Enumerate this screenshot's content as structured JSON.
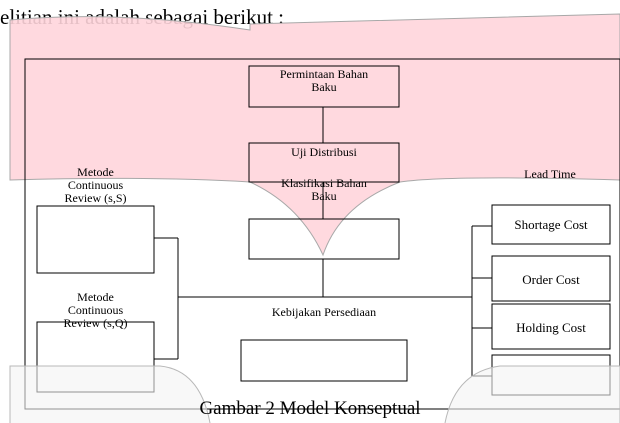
{
  "intro": {
    "text": "elitian ini adalah sebagai berikut :"
  },
  "diagram": {
    "permintaan": "Permintaan Bahan\nBaku",
    "uji_distribusi": "Uji Distribusi",
    "klasifikasi": "Klasifikasi Bahan\nBaku",
    "metode_ss": "Metode\nContinuous\nReview (s,S)",
    "metode_sq": "Metode\nContinuous\nReview (s,Q)",
    "kebijakan": "Kebijakan Persediaan",
    "lead_time": "Lead Time",
    "shortage_cost": "Shortage Cost",
    "order_cost": "Order Cost",
    "holding_cost": "Holding Cost"
  },
  "caption": {
    "text": "Gambar 2 Model Konseptual"
  },
  "colors": {
    "highlight_fill": "#ffd5dc",
    "highlight_stroke": "#a8a8a8",
    "box_stroke": "#000000"
  }
}
